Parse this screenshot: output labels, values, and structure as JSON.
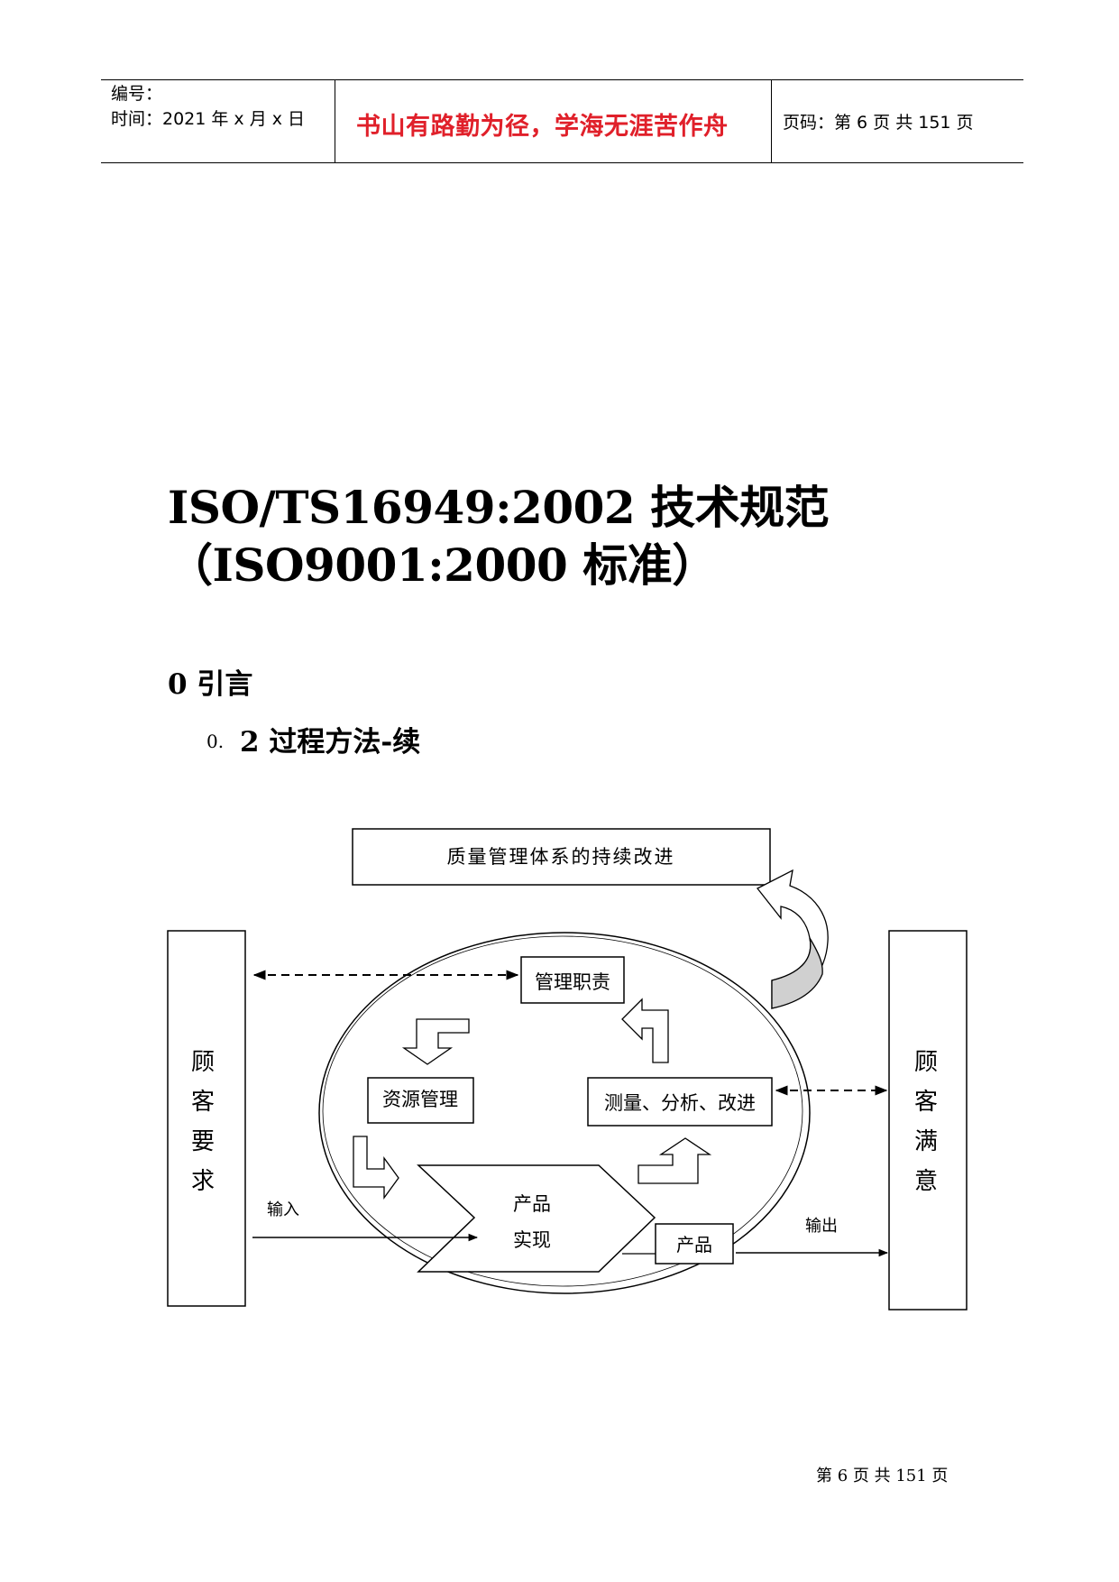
{
  "header": {
    "code_label": "编号：",
    "date_label": "时间：2021 年 x 月 x 日",
    "motto": "书山有路勤为径，学海无涯苦作舟",
    "page_info": "页码：第 6 页  共 151 页"
  },
  "document": {
    "title_line1": "ISO/TS16949:2002 技术规范",
    "title_line2": "（ISO9001:2000 标准）",
    "section": "0 引言",
    "subsection_num": "0.",
    "subsection_title": "2 过程方法-续"
  },
  "diagram": {
    "continuous_improvement": "质量管理体系的持续改进",
    "customer_requirements": [
      "顾",
      "客",
      "要",
      "求"
    ],
    "customer_satisfaction": [
      "顾",
      "客",
      "满",
      "意"
    ],
    "management_responsibility": "管理职责",
    "resource_management": "资源管理",
    "measurement": "测量、分析、改进",
    "product_realization": [
      "产品",
      "实现"
    ],
    "product": "产品",
    "input": "输入",
    "output": "输出"
  },
  "footer": {
    "page": "第  6  页  共  151  页"
  }
}
